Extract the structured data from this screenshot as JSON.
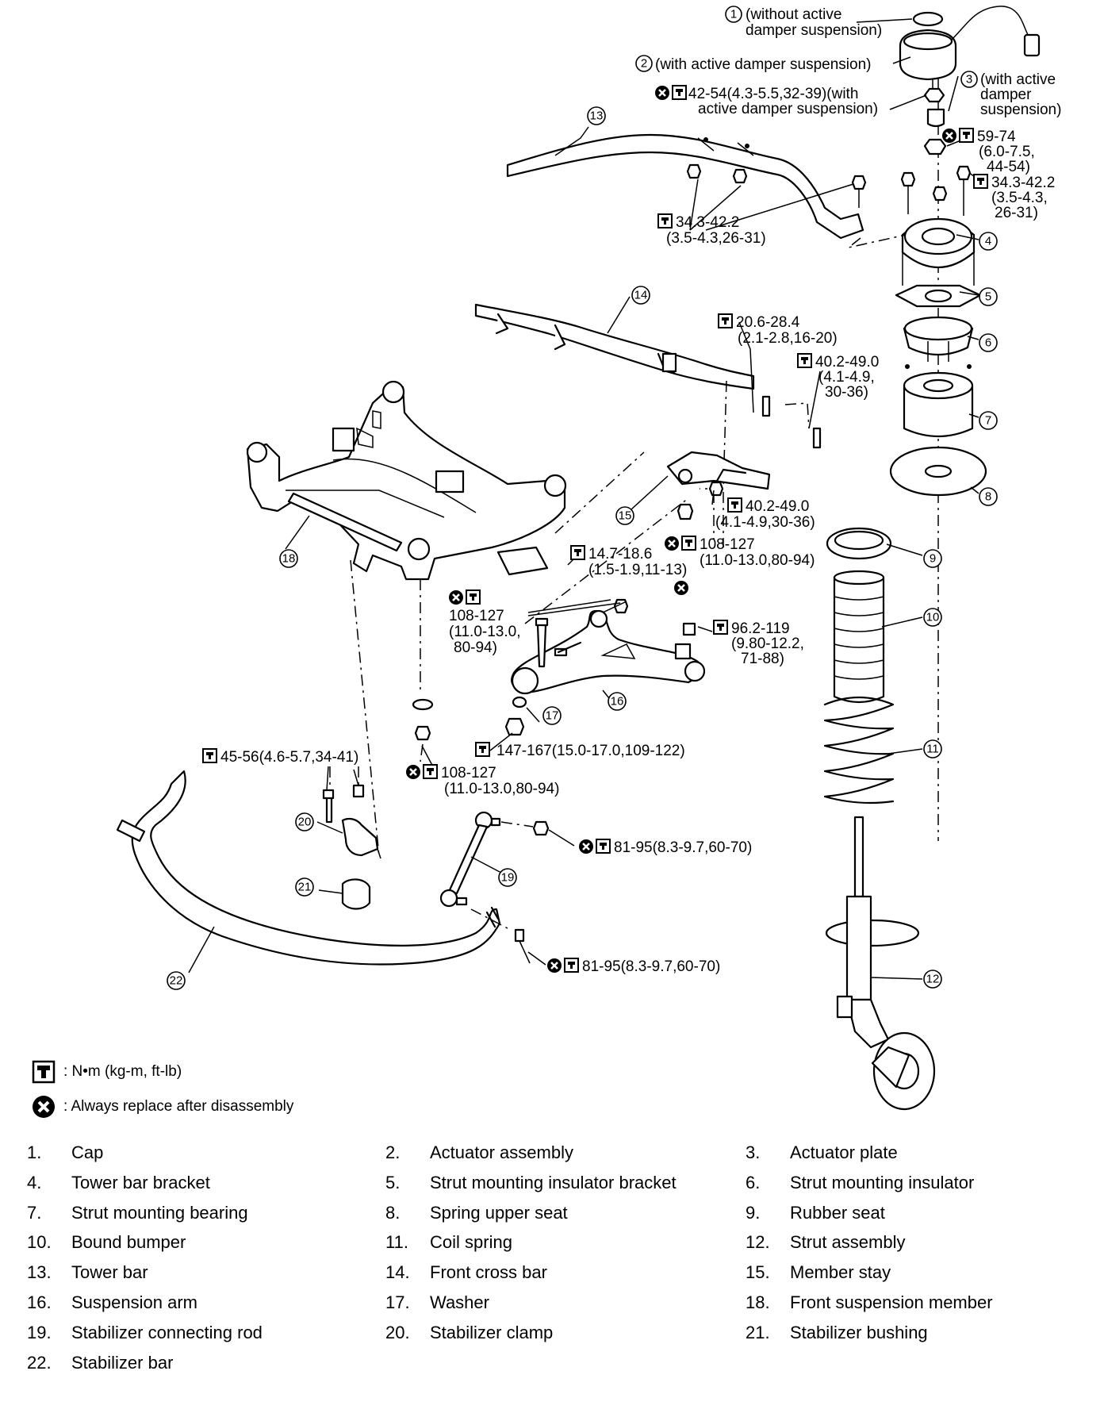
{
  "callouts": {
    "c1": "(without active\ndamper suspension)",
    "c2": "(with active damper suspension)",
    "c3": "(with active\ndamper\nsuspension)",
    "t_42_54": "42-54(4.3-5.5,32-39)(with\nactive damper suspension)",
    "t_59_74": "59-74\n(6.0-7.5,\n44-54)",
    "t_34_a": "34.3-42.2\n(3.5-4.3,\n26-31)",
    "t_34_b": "34.3-42.2\n(3.5-4.3,26-31)",
    "t_20_6": "20.6-28.4\n(2.1-2.8,16-20)",
    "t_40_a": "40.2-49.0\n(4.1-4.9,\n30-36)",
    "t_40_b": "40.2-49.0\n(4.1-4.9,30-36)",
    "t_108_a": "108-127\n(11.0-13.0,80-94)",
    "t_14_7": "14.7-18.6\n(1.5-1.9,11-13)",
    "t_108_b": "108-127\n(11.0-13.0,\n80-94)",
    "t_96_2": "96.2-119\n(9.80-12.2,\n71-88)",
    "t_147": "147-167(15.0-17.0,109-122)",
    "t_45": "45-56(4.6-5.7,34-41)",
    "t_108_c": "108-127\n(11.0-13.0,80-94)",
    "t_81_a": "81-95(8.3-9.7,60-70)",
    "t_81_b": "81-95(8.3-9.7,60-70)"
  },
  "legend": {
    "torque": ": N•m  (kg-m,  ft-lb)",
    "replace": ":  Always replace after disassembly"
  },
  "parts": [
    {
      "num": "1.",
      "name": "Cap"
    },
    {
      "num": "2.",
      "name": "Actuator assembly"
    },
    {
      "num": "3.",
      "name": "Actuator plate"
    },
    {
      "num": "4.",
      "name": "Tower bar bracket"
    },
    {
      "num": "5.",
      "name": "Strut mounting insulator bracket"
    },
    {
      "num": "6.",
      "name": "Strut mounting insulator"
    },
    {
      "num": "7.",
      "name": "Strut mounting bearing"
    },
    {
      "num": "8.",
      "name": "Spring upper seat"
    },
    {
      "num": "9.",
      "name": "Rubber seat"
    },
    {
      "num": "10.",
      "name": "Bound bumper"
    },
    {
      "num": "11.",
      "name": "Coil spring"
    },
    {
      "num": "12.",
      "name": "Strut assembly"
    },
    {
      "num": "13.",
      "name": "Tower bar"
    },
    {
      "num": "14.",
      "name": "Front cross bar"
    },
    {
      "num": "15.",
      "name": "Member stay"
    },
    {
      "num": "16.",
      "name": "Suspension arm"
    },
    {
      "num": "17.",
      "name": "Washer"
    },
    {
      "num": "18.",
      "name": "Front suspension member"
    },
    {
      "num": "19.",
      "name": "Stabilizer connecting rod"
    },
    {
      "num": "20.",
      "name": "Stabilizer clamp"
    },
    {
      "num": "21.",
      "name": "Stabilizer bushing"
    },
    {
      "num": "22.",
      "name": "Stabilizer bar"
    }
  ],
  "icons": {
    "torque": "torque-wrench-icon",
    "replace": "replace-x-icon"
  }
}
